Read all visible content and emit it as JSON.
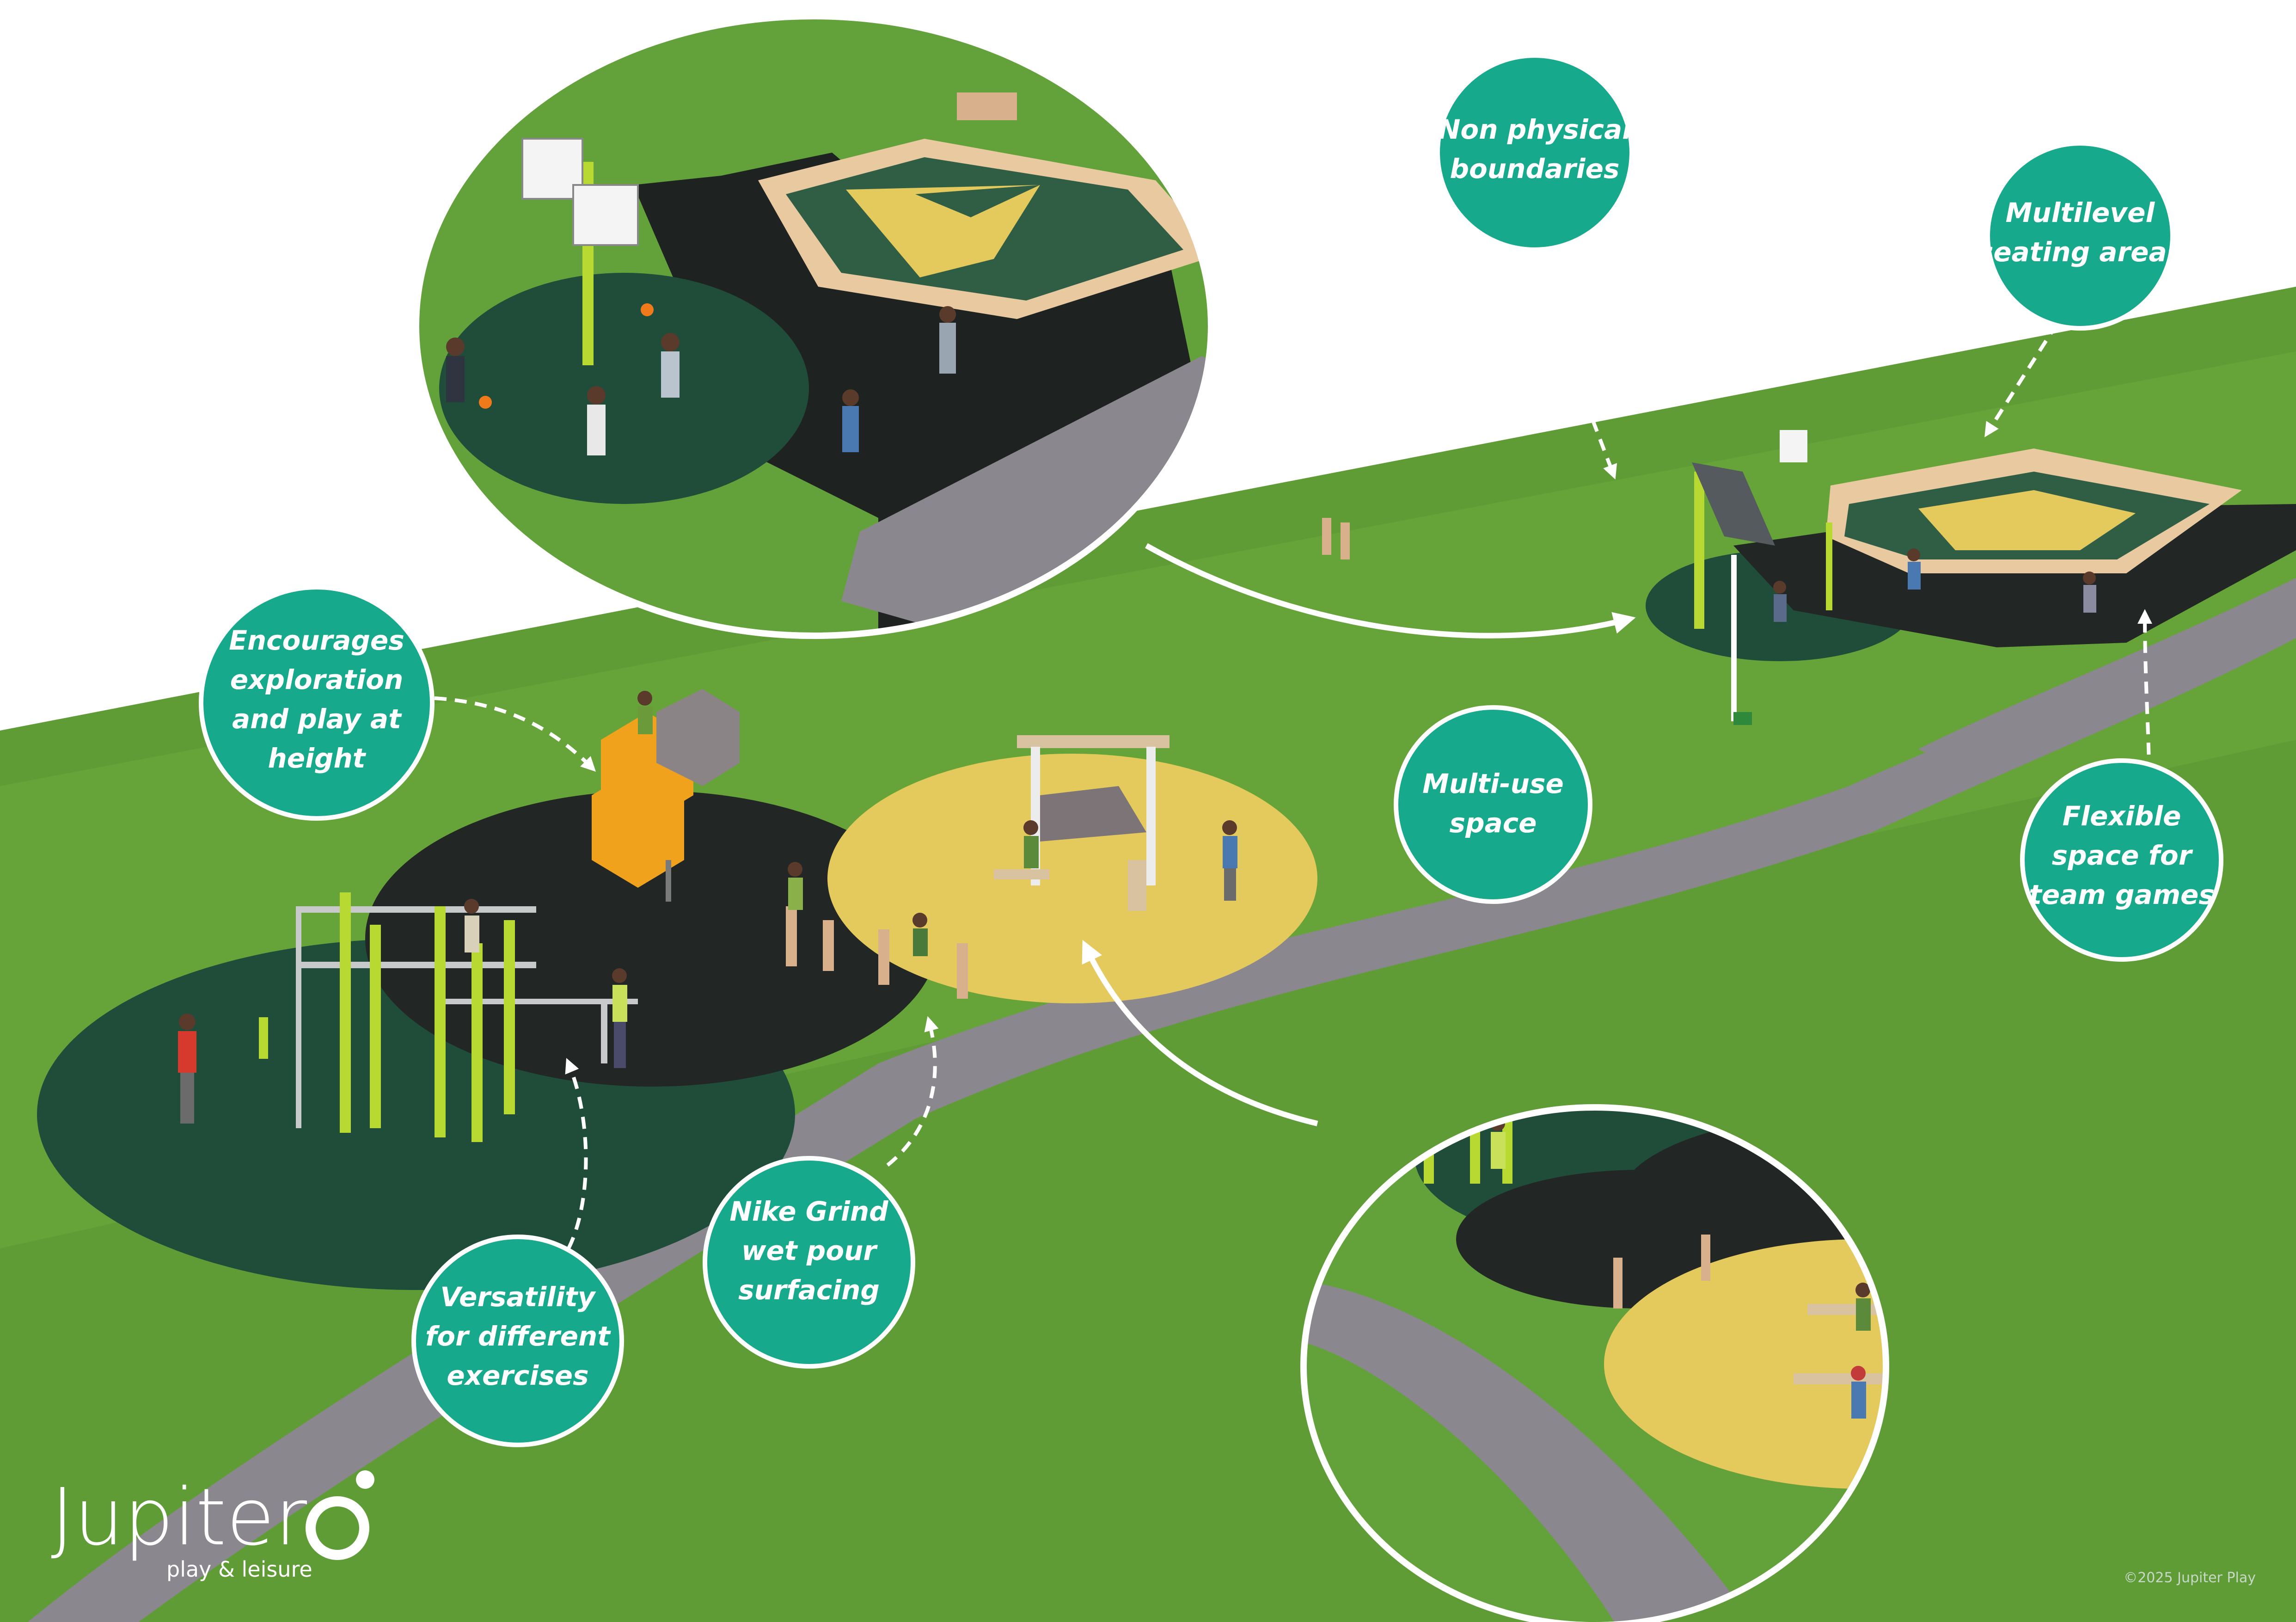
{
  "callouts": [
    {
      "id": "non-physical",
      "lines": [
        "Non physical",
        "boundaries"
      ]
    },
    {
      "id": "multilevel",
      "lines": [
        "Multilevel",
        "seating areas"
      ]
    },
    {
      "id": "encourages",
      "lines": [
        "Encourages",
        "exploration",
        "and play at",
        "height"
      ]
    },
    {
      "id": "multi-use",
      "lines": [
        "Multi-use",
        "space"
      ]
    },
    {
      "id": "flexible",
      "lines": [
        "Flexible",
        "space for",
        "team games"
      ]
    },
    {
      "id": "nike-grind",
      "lines": [
        "Nike Grind",
        "wet pour",
        "surfacing"
      ]
    },
    {
      "id": "versatility",
      "lines": [
        "Versatility",
        "for different",
        "exercises"
      ]
    }
  ],
  "logo": {
    "name": "Jupiter",
    "tagline": "play & leisure"
  },
  "copyright": "©2025 Jupiter Play",
  "colors": {
    "callout_fill": "#17a98c",
    "grass": "#5e9a35",
    "grass_light": "#7cb342",
    "path": "#8a868d",
    "dark_green_surface": "#1f4d3a",
    "black_surface": "#222624",
    "yellow_surface": "#e4c95c",
    "equipment_lime": "#b8d832",
    "equipment_orange": "#f0a21c",
    "timber": "#e8c9a0"
  }
}
